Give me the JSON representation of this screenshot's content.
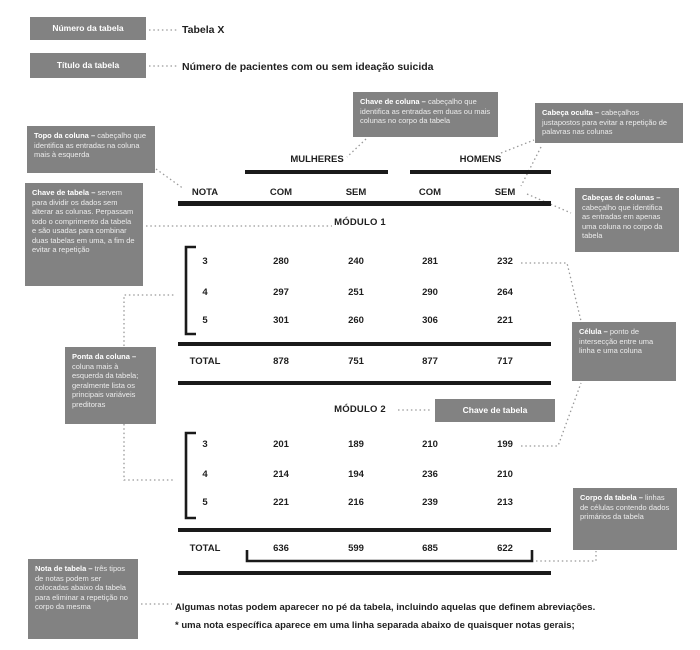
{
  "header": {
    "table_number_label": "Número da tabela",
    "table_number_value": "Tabela X",
    "table_title_label": "Título da tabela",
    "table_title_value": "Número de pacientes com ou sem ideação suicida"
  },
  "callouts": {
    "topo_coluna": {
      "term": "Topo da coluna –",
      "desc": "cabeçalho que identifica as entradas na coluna mais à esquerda"
    },
    "chave_tabela_esq": {
      "term": "Chave de tabela –",
      "desc": "servem para dividir os dados sem alterar as colunas. Perpassam todo o comprimento da tabela e são usadas para combinar duas tabelas em uma, a fim de evitar a repetição"
    },
    "ponta_coluna": {
      "term": "Ponta da coluna –",
      "desc": "coluna mais à esquerda da tabela; geralmente lista os principais variáveis preditoras"
    },
    "nota_tabela": {
      "term": "Nota de tabela –",
      "desc": "três tipos de notas podem ser colocadas abaixo da tabela para eliminar a repetição no corpo da mesma"
    },
    "chave_coluna": {
      "term": "Chave de coluna –",
      "desc": "cabeçalho que identifica as entradas em duas ou mais colunas no corpo da tabela"
    },
    "cabeca_oculta": {
      "term": "Cabeça oculta –",
      "desc": "cabeçalhos justapostos para evitar a repetição de palavras nas colunas"
    },
    "cabecas_colunas": {
      "term": "Cabeças de colunas –",
      "desc": "cabeçalho que identifica as entradas em apenas uma coluna no corpo da tabela"
    },
    "celula": {
      "term": "Célula –",
      "desc": "ponto de intersecção entre uma linha e uma coluna"
    },
    "corpo_tabela": {
      "term": "Corpo da tabela –",
      "desc": "linhas de células contendo dados primários da tabela"
    },
    "chave_tabela_dir": {
      "label": "Chave de tabela"
    }
  },
  "table": {
    "group_headers": {
      "mulheres": "MULHERES",
      "homens": "HOMENS"
    },
    "column_headers": [
      "NOTA",
      "COM",
      "SEM",
      "COM",
      "SEM"
    ],
    "module1": {
      "label": "MÓDULO 1",
      "rows": [
        [
          "3",
          "280",
          "240",
          "281",
          "232"
        ],
        [
          "4",
          "297",
          "251",
          "290",
          "264"
        ],
        [
          "5",
          "301",
          "260",
          "306",
          "221"
        ]
      ],
      "total": [
        "TOTAL",
        "878",
        "751",
        "877",
        "717"
      ]
    },
    "module2": {
      "label": "MÓDULO 2",
      "rows": [
        [
          "3",
          "201",
          "189",
          "210",
          "199"
        ],
        [
          "4",
          "214",
          "194",
          "236",
          "210"
        ],
        [
          "5",
          "221",
          "216",
          "239",
          "213"
        ]
      ],
      "total": [
        "TOTAL",
        "636",
        "599",
        "685",
        "622"
      ]
    }
  },
  "footer": {
    "note_general": "Algumas notas podem aparecer no pé da tabela, incluindo aquelas que definem abreviações.",
    "note_specific": "* uma nota específica aparece em uma linha separada abaixo de quaisquer notas gerais;"
  },
  "colors": {
    "callout_bg": "#828282",
    "callout_text": "#ffffff",
    "rule": "#1a1a1a",
    "connector": "#999999"
  }
}
